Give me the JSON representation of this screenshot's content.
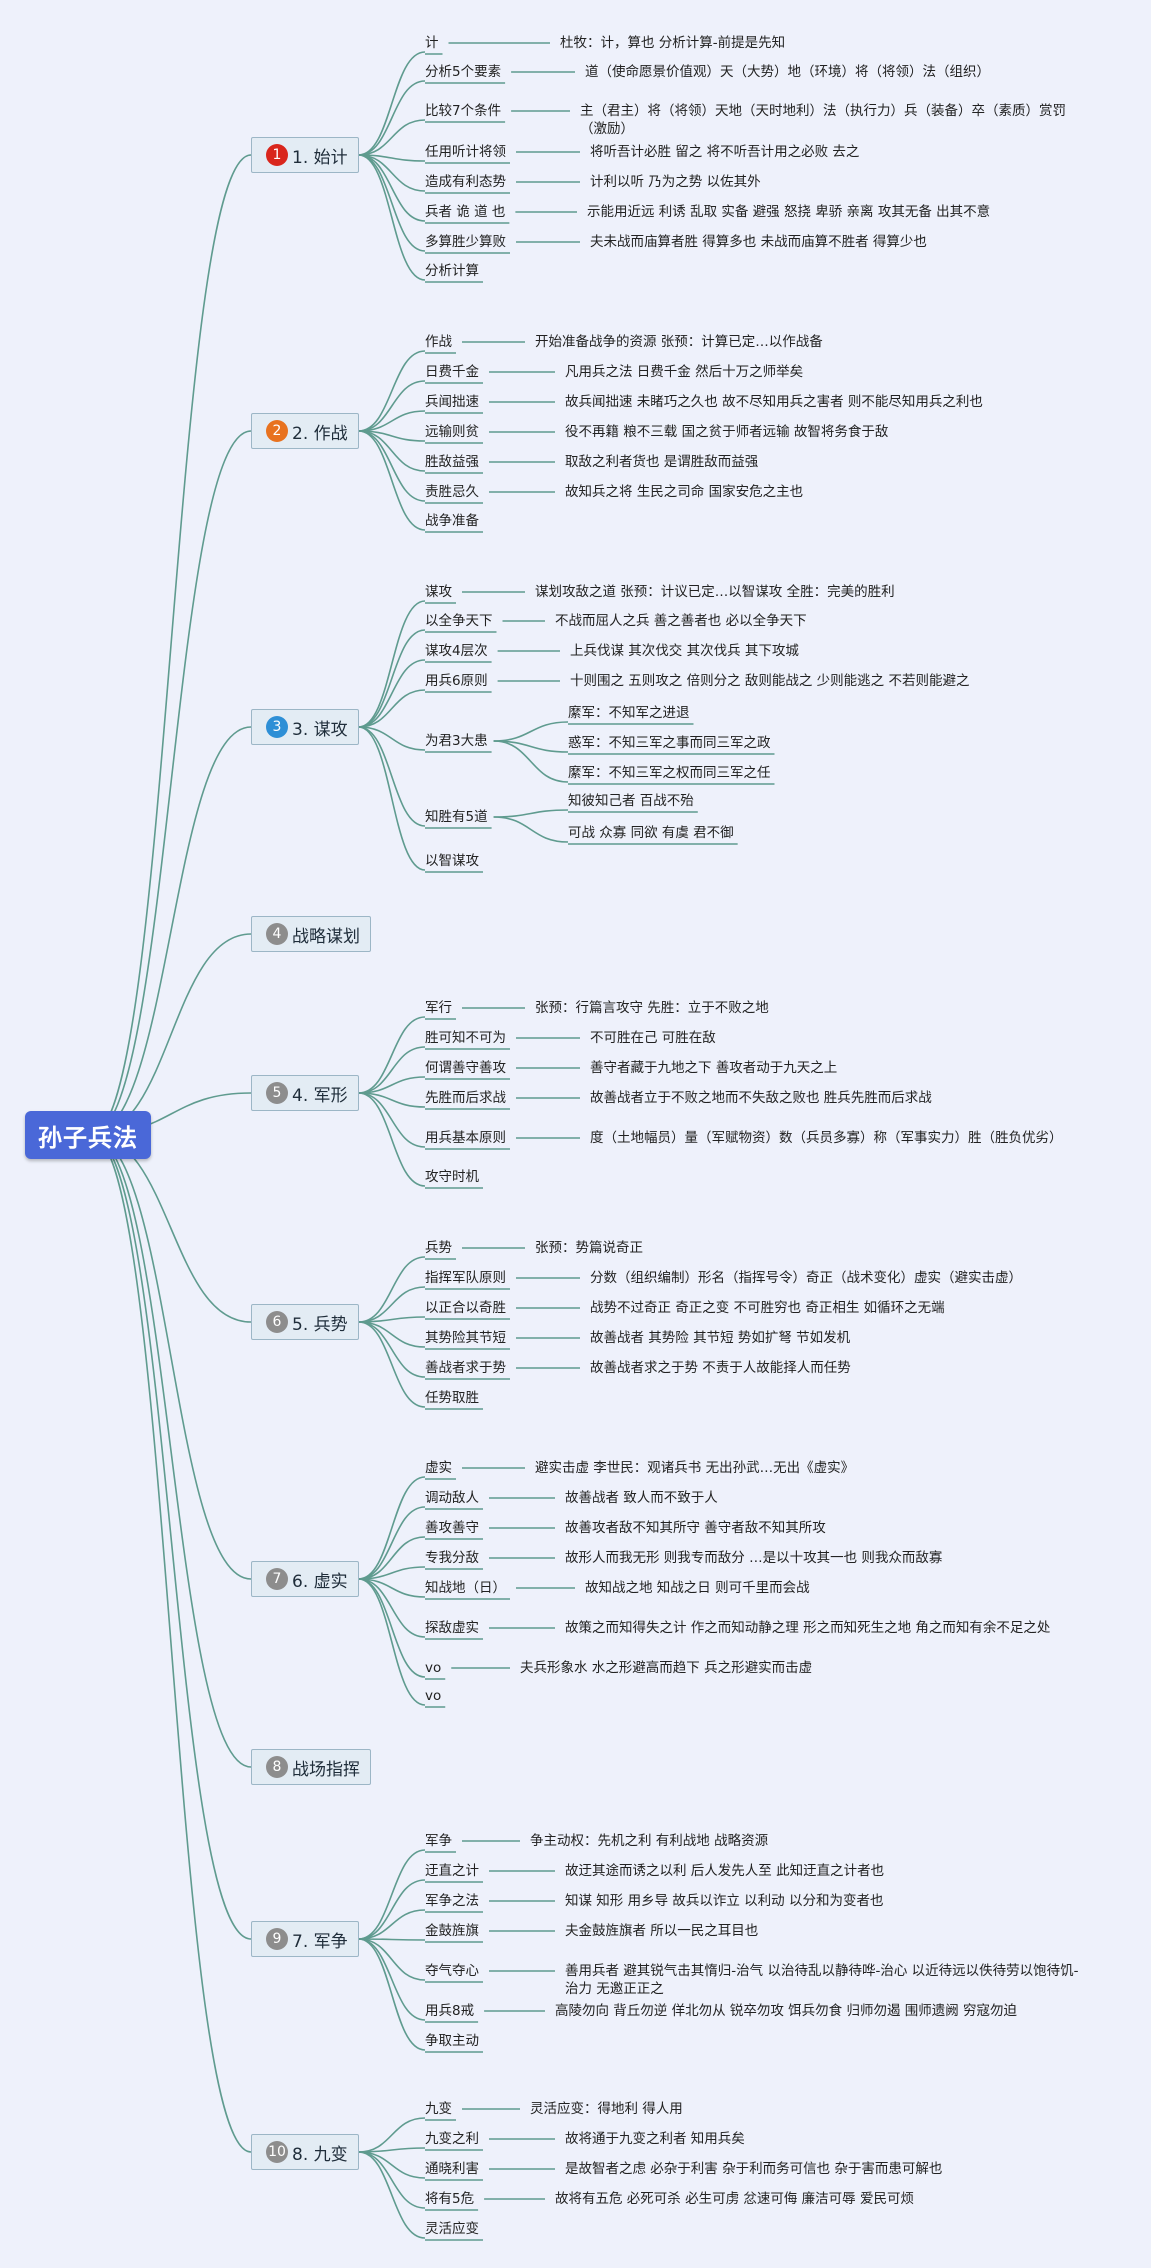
{
  "root": "孙子兵法",
  "colors": {
    "line": "#5f9b8f",
    "badge_red": "#d9261c",
    "badge_orange": "#e8721f",
    "badge_blue": "#2e8fd6",
    "badge_gray": "#8d8d8d",
    "root_bg": "#4a68d8"
  },
  "sections": [
    {
      "badge": "1",
      "label": "1. 始计",
      "badge_color": "#d9261c",
      "items": [
        {
          "label": "计",
          "desc": "杜牧：计，算也 分析计算-前提是先知"
        },
        {
          "label": "分析5个要素",
          "desc": "道（使命愿景价值观）天（大势）地（环境）将（将领）法（组织）"
        },
        {
          "label": "比较7个条件",
          "desc": "主（君主）将（将领）天地（天时地利）法（执行力）兵（装备）卒（素质）赏罚（激励）"
        },
        {
          "label": "任用听计将领",
          "desc": "将听吾计必胜 留之 将不听吾计用之必败 去之"
        },
        {
          "label": "造成有利态势",
          "desc": "计利以听 乃为之势 以佐其外"
        },
        {
          "label": "兵者 诡 道 也",
          "desc": "示能用近远 利诱 乱取 实备 避强 怒挠 卑骄 亲离 攻其无备 出其不意"
        },
        {
          "label": "多算胜少算败",
          "desc": "夫未战而庙算者胜 得算多也 未战而庙算不胜者 得算少也"
        },
        {
          "label": "分析计算",
          "desc": ""
        }
      ]
    },
    {
      "badge": "2",
      "label": "2. 作战",
      "badge_color": "#e8721f",
      "items": [
        {
          "label": "作战",
          "desc": "开始准备战争的资源 张预：计算已定…以作战备"
        },
        {
          "label": "日费千金",
          "desc": "凡用兵之法 日费千金 然后十万之师举矣"
        },
        {
          "label": "兵闻拙速",
          "desc": "故兵闻拙速 未睹巧之久也 故不尽知用兵之害者 则不能尽知用兵之利也"
        },
        {
          "label": "远输则贫",
          "desc": "役不再籍 粮不三载 国之贫于师者远输 故智将务食于敌"
        },
        {
          "label": "胜敌益强",
          "desc": "取敌之利者货也 是谓胜敌而益强"
        },
        {
          "label": "责胜忌久",
          "desc": "故知兵之将 生民之司命 国家安危之主也"
        },
        {
          "label": "战争准备",
          "desc": ""
        }
      ]
    },
    {
      "badge": "3",
      "label": "3. 谋攻",
      "badge_color": "#2e8fd6",
      "items": [
        {
          "label": "谋攻",
          "desc": "谋划攻敌之道 张预：计议已定…以智谋攻 全胜：完美的胜利"
        },
        {
          "label": "以全争天下",
          "desc": "不战而屈人之兵 善之善者也 必以全争天下"
        },
        {
          "label": "谋攻4层次",
          "desc": "上兵伐谋 其次伐交 其次伐兵 其下攻城"
        },
        {
          "label": "用兵6原则",
          "desc": "十则围之 五则攻之 倍则分之 敌则能战之 少则能逃之 不若则能避之"
        },
        {
          "label": "为君3大患",
          "desc": "",
          "subs": [
            "縻军：不知军之进退",
            "惑军：不知三军之事而同三军之政",
            "縻军：不知三军之权而同三军之任"
          ]
        },
        {
          "label": "知胜有5道",
          "desc": "",
          "subs": [
            "知彼知己者 百战不殆",
            "可战 众寡 同欲 有虞 君不御"
          ]
        },
        {
          "label": "以智谋攻",
          "desc": ""
        }
      ]
    },
    {
      "badge": "4",
      "label": "战略谋划",
      "badge_color": "#8d8d8d",
      "items": []
    },
    {
      "badge": "5",
      "label": "4. 军形",
      "badge_color": "#8d8d8d",
      "items": [
        {
          "label": "军行",
          "desc": "张预：行篇言攻守 先胜：立于不败之地"
        },
        {
          "label": "胜可知不可为",
          "desc": "不可胜在己 可胜在敌"
        },
        {
          "label": "何谓善守善攻",
          "desc": "善守者藏于九地之下 善攻者动于九天之上"
        },
        {
          "label": "先胜而后求战",
          "desc": "故善战者立于不败之地而不失敌之败也 胜兵先胜而后求战"
        },
        {
          "label": "用兵基本原则",
          "desc": "度（土地幅员）量（军赋物资）数（兵员多寡）称（军事实力）胜（胜负优劣）"
        },
        {
          "label": "攻守时机",
          "desc": ""
        }
      ]
    },
    {
      "badge": "6",
      "label": "5. 兵势",
      "badge_color": "#8d8d8d",
      "items": [
        {
          "label": "兵势",
          "desc": "张预：势篇说奇正"
        },
        {
          "label": "指挥军队原则",
          "desc": "分数（组织编制）形名（指挥号令）奇正（战术变化）虚实（避实击虚）"
        },
        {
          "label": "以正合以奇胜",
          "desc": "战势不过奇正 奇正之变 不可胜穷也 奇正相生 如循环之无端"
        },
        {
          "label": "其势险其节短",
          "desc": "故善战者 其势险 其节短 势如扩弩 节如发机"
        },
        {
          "label": "善战者求于势",
          "desc": "故善战者求之于势 不责于人故能择人而任势"
        },
        {
          "label": "任势取胜",
          "desc": ""
        }
      ]
    },
    {
      "badge": "7",
      "label": "6. 虚实",
      "badge_color": "#8d8d8d",
      "items": [
        {
          "label": "虚实",
          "desc": "避实击虚 李世民：观诸兵书 无出孙武…无出《虚实》"
        },
        {
          "label": "调动敌人",
          "desc": "故善战者 致人而不致于人"
        },
        {
          "label": "善攻善守",
          "desc": "故善攻者敌不知其所守 善守者敌不知其所攻"
        },
        {
          "label": "专我分敌",
          "desc": "故形人而我无形 则我专而敌分 …是以十攻其一也 则我众而敌寡"
        },
        {
          "label": "知战地（日）",
          "desc": "故知战之地 知战之日 则可千里而会战"
        },
        {
          "label": "探敌虚实",
          "desc": "故策之而知得失之计 作之而知动静之理 形之而知死生之地 角之而知有余不足之处"
        },
        {
          "label": "vo",
          "desc": "夫兵形象水 水之形避高而趋下 兵之形避实而击虚"
        },
        {
          "label": "vo",
          "desc": ""
        }
      ]
    },
    {
      "badge": "8",
      "label": "战场指挥",
      "badge_color": "#8d8d8d",
      "items": []
    },
    {
      "badge": "9",
      "label": "7. 军争",
      "badge_color": "#8d8d8d",
      "items": [
        {
          "label": "军争",
          "desc": "争主动权：先机之利 有利战地 战略资源"
        },
        {
          "label": "迂直之计",
          "desc": "故迂其途而诱之以利 后人发先人至 此知迂直之计者也"
        },
        {
          "label": "军争之法",
          "desc": "知谋 知形 用乡导 故兵以诈立 以利动 以分和为变者也"
        },
        {
          "label": "金鼓旌旗",
          "desc": "夫金鼓旌旗者 所以一民之耳目也"
        },
        {
          "label": "夺气夺心",
          "desc": "善用兵者 避其锐气击其惰归-治气 以治待乱以静待哗-治心 以近待远以佚待劳以饱待饥-治力 无邀正正之"
        },
        {
          "label": "用兵8戒",
          "desc": "高陵勿向 背丘勿逆 佯北勿从 锐卒勿攻 饵兵勿食 归师勿遏 围师遗阙 穷寇勿迫"
        },
        {
          "label": "争取主动",
          "desc": ""
        }
      ]
    },
    {
      "badge": "10",
      "label": "8. 九变",
      "badge_color": "#8d8d8d",
      "items": [
        {
          "label": "九变",
          "desc": "灵活应变：得地利 得人用"
        },
        {
          "label": "九变之利",
          "desc": "故将通于九变之利者 知用兵矣"
        },
        {
          "label": "通晓利害",
          "desc": "是故智者之虑 必杂于利害 杂于利而务可信也 杂于害而患可解也"
        },
        {
          "label": "将有5危",
          "desc": "故将有五危 必死可杀 必生可虏 忿速可侮 廉洁可辱 爱民可烦"
        },
        {
          "label": "灵活应变",
          "desc": ""
        }
      ]
    }
  ]
}
